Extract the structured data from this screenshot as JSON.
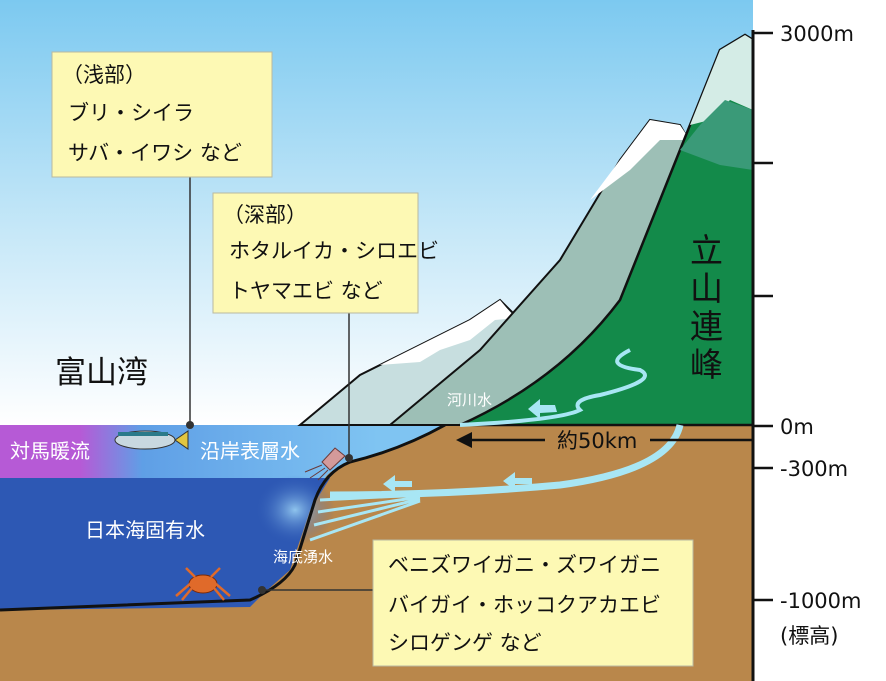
{
  "title": "富山湾",
  "mountain_label": [
    "立",
    "山",
    "連",
    "峰"
  ],
  "axis": {
    "ticks": [
      "3000m",
      "0m",
      "-300m",
      "-1000m"
    ],
    "unit_note": "(標高)"
  },
  "water_labels": {
    "tsushima_current": "対馬暖流",
    "coastal_surface_water": "沿岸表層水",
    "japan_sea_proper_water": "日本海固有水",
    "submarine_groundwater": "海底湧水",
    "river_water": "河川水"
  },
  "distance_label": "約50km",
  "boxes": {
    "shallow": {
      "heading": "（浅部）",
      "line1": "ブリ・シイラ",
      "line2": "サバ・イワシ など"
    },
    "deep": {
      "heading": "（深部）",
      "line1": "ホタルイカ・シロエビ",
      "line2": "トヤマエビ など"
    },
    "bottom": {
      "line1": "ベニズワイガニ・ズワイガニ",
      "line2": "バイガイ・ホッコクアカエビ",
      "line3": "シロゲンゲ など"
    }
  },
  "colors": {
    "sky": "#7cc9f0",
    "ground": "#b9874b",
    "deep_sea": "#2d58b4",
    "surface_sea": "#5f9fe6",
    "warm_current": "#b65ad6",
    "forest": "#138a4a",
    "water_flow": "#a8e6f4",
    "box": "#fdf9b4"
  }
}
